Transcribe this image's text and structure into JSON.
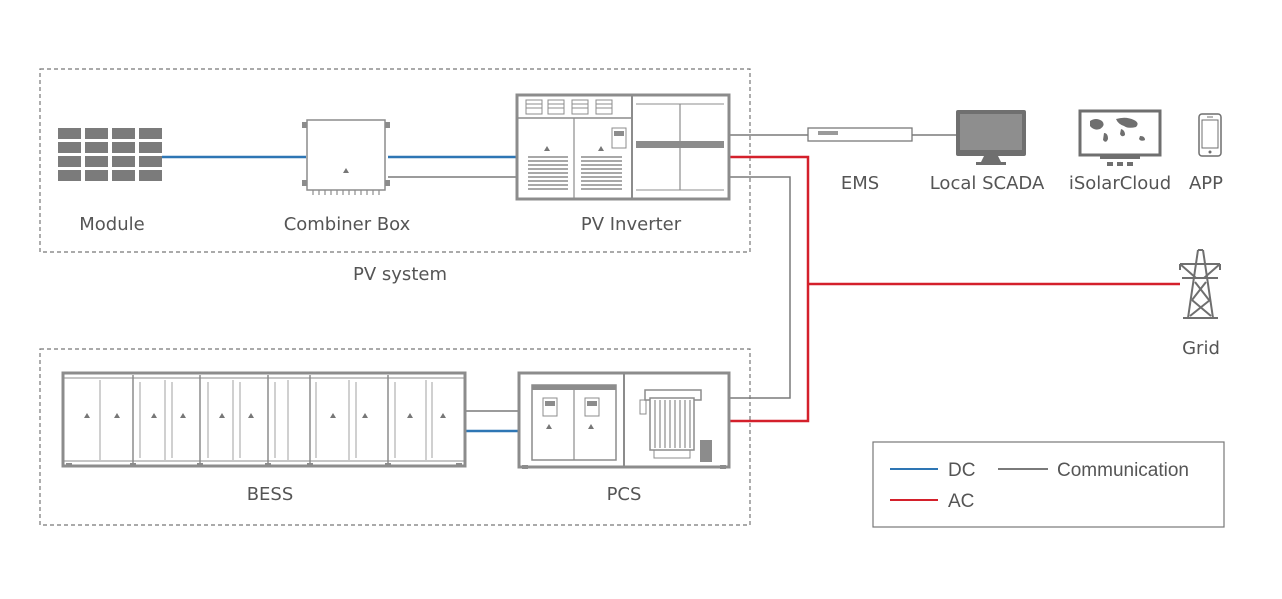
{
  "colors": {
    "dc": "#2e76b4",
    "ac": "#d4202b",
    "comm": "#7a7a7a",
    "device": "#8c8c8c",
    "box": "#777777"
  },
  "labels": {
    "module": "Module",
    "combiner_box": "Combiner Box",
    "pv_inverter": "PV Inverter",
    "pv_system": "PV system",
    "ems": "EMS",
    "local_scada": "Local SCADA",
    "isolarcloud": "iSolarCloud",
    "app": "APP",
    "grid": "Grid",
    "bess": "BESS",
    "pcs": "PCS"
  },
  "legend": {
    "dc": "DC",
    "ac": "AC",
    "communication": "Communication"
  },
  "icons": [
    "solar-module-icon",
    "combiner-box-icon",
    "pv-inverter-icon",
    "ems-device-icon",
    "monitor-icon",
    "world-map-monitor-icon",
    "smartphone-icon",
    "transmission-tower-icon",
    "battery-container-icon",
    "pcs-container-icon"
  ]
}
